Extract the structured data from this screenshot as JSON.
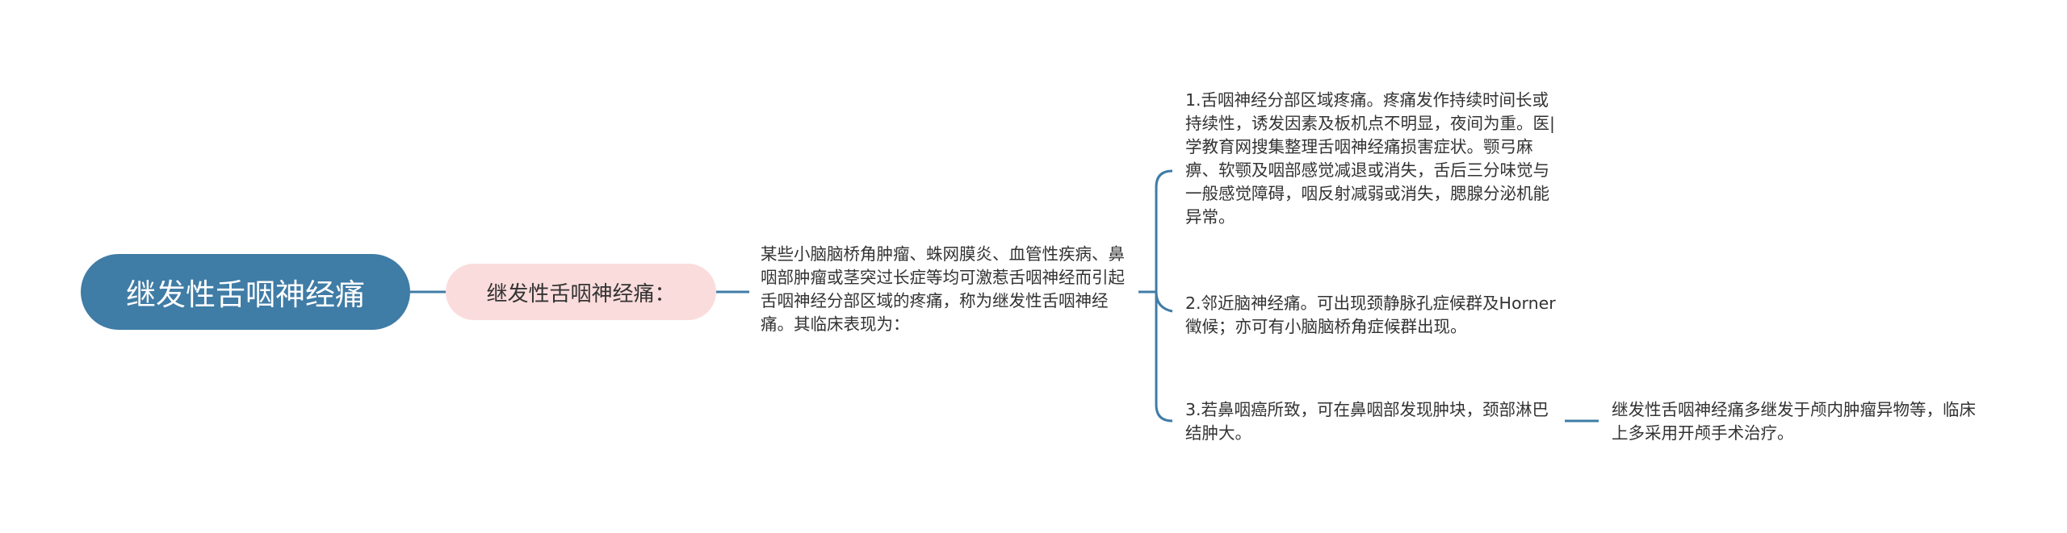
{
  "mindmap": {
    "root": {
      "label": "继发性舌咽神经痛"
    },
    "branch": {
      "label": "继发性舌咽神经痛："
    },
    "description": "某些小脑脑桥角肿瘤、蛛网膜炎、血管性疾病、鼻咽部肿瘤或茎突过长症等均可激惹舌咽神经而引起舌咽神经分部区域的疼痛，称为继发性舌咽神经痛。其临床表现为：",
    "items": [
      {
        "text": "1.舌咽神经分部区域疼痛。疼痛发作持续时间长或持续性，诱发因素及板机点不明显，夜间为重。医|学教育网搜集整理舌咽神经痛损害症状。颚弓麻痹、软颚及咽部感觉减退或消失，舌后三分味觉与一般感觉障碍，咽反射减弱或消失，腮腺分泌机能异常。"
      },
      {
        "text": "2.邻近脑神经痛。可出现颈静脉孔症候群及Horner徵候；亦可有小脑脑桥角症候群出现。"
      },
      {
        "text": "3.若鼻咽癌所致，可在鼻咽部发现肿块，颈部淋巴结肿大。"
      }
    ],
    "note": "继发性舌咽神经痛多继发于颅内肿瘤异物等，临床上多采用开颅手术治疗。"
  },
  "colors": {
    "root_fill": "#3f7ca6",
    "branch_fill": "#fbdcdc",
    "connector": "#3f7ca6",
    "text": "#333333"
  }
}
